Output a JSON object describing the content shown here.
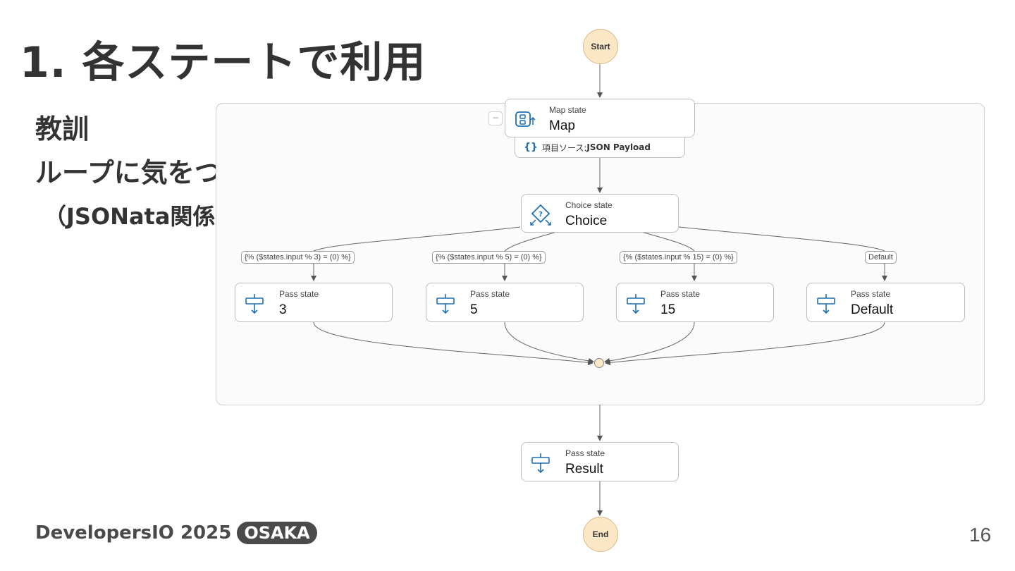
{
  "slide": {
    "title": "1.  各ステートで利用",
    "lesson_heading": "教訓",
    "lesson_line": "ループに気をつけよう",
    "lesson_note": "（JSONata関係なく）",
    "footer_brand": "DevelopersIO 2025",
    "footer_tag": "OSAKA",
    "page_number": "16"
  },
  "diagram": {
    "start_label": "Start",
    "end_label": "End",
    "collapse_symbol": "−",
    "map_state": {
      "type": "Map state",
      "name": "Map",
      "icon": "map-icon"
    },
    "items_source": {
      "icon": "braces-icon",
      "prefix": "項目ソース: ",
      "value": "JSON Payload"
    },
    "choice_state": {
      "type": "Choice state",
      "name": "Choice",
      "icon": "choice-icon"
    },
    "conditions": [
      "{% ($states.input % 3) = (0) %}",
      "{% ($states.input % 5) = (0) %}",
      "{% ($states.input % 15) = (0) %}",
      "Default"
    ],
    "pass_states": [
      {
        "type": "Pass state",
        "name": "3",
        "icon": "pass-icon"
      },
      {
        "type": "Pass state",
        "name": "5",
        "icon": "pass-icon"
      },
      {
        "type": "Pass state",
        "name": "15",
        "icon": "pass-icon"
      },
      {
        "type": "Pass state",
        "name": "Default",
        "icon": "pass-icon"
      }
    ],
    "result_state": {
      "type": "Pass state",
      "name": "Result",
      "icon": "pass-icon"
    },
    "colors": {
      "icon_blue": "#1f6fb0",
      "terminal_fill": "#fbe7c6",
      "edge": "#666666",
      "border": "#bdbdbd"
    }
  }
}
